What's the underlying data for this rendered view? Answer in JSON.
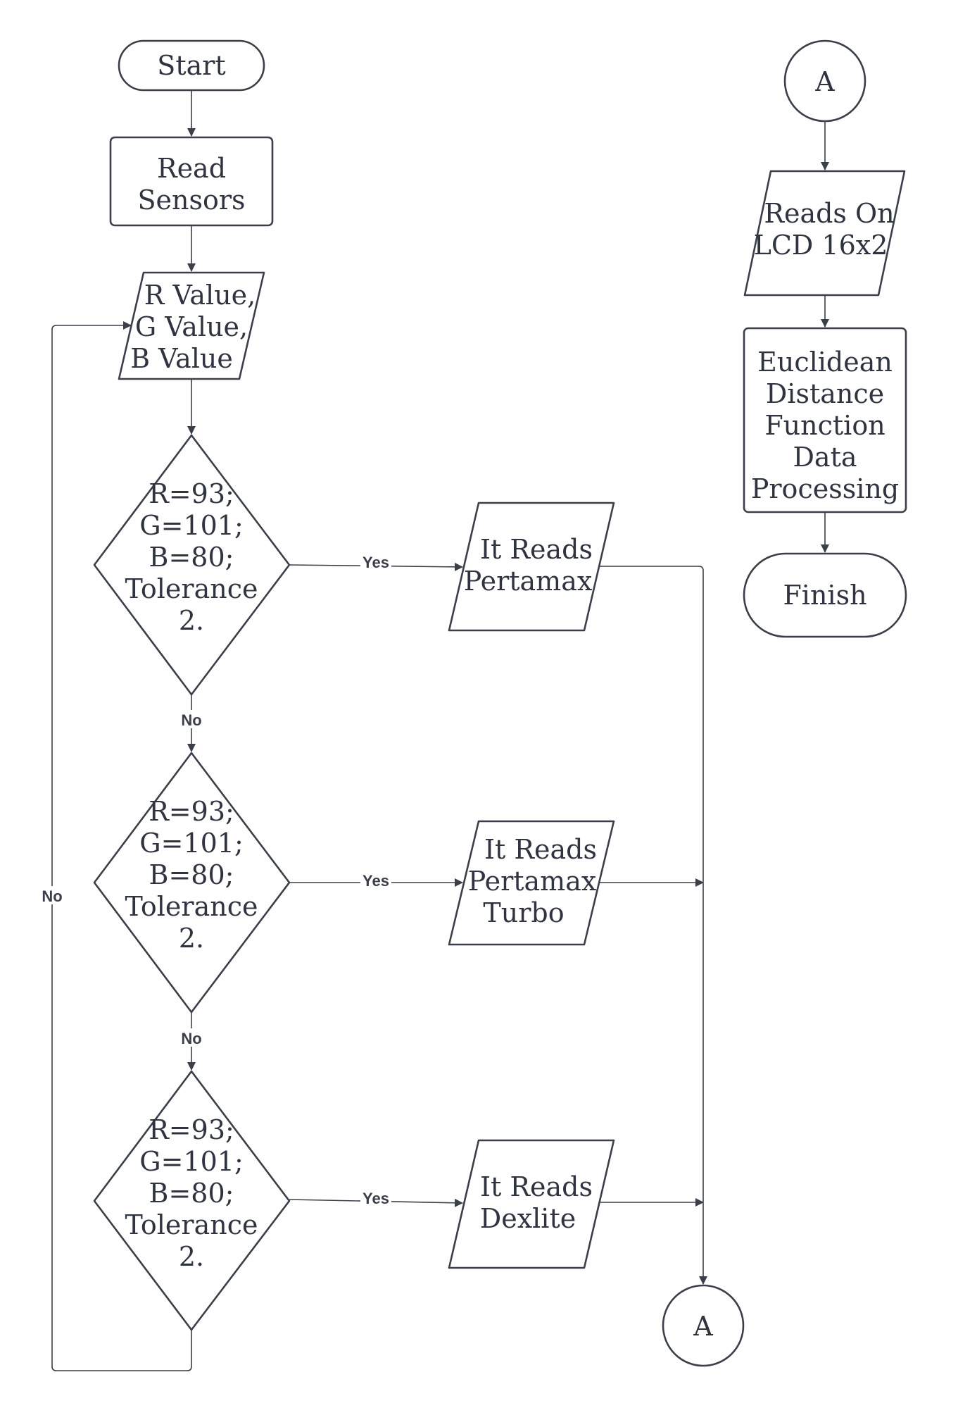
{
  "colors": {
    "stroke": "#3a3f4a",
    "text": "#2f3440",
    "background": "#ffffff"
  },
  "nodes": {
    "start": "Start",
    "read_sensors": [
      "Read",
      "Sensors"
    ],
    "rgb_values": [
      "R Value,",
      "G Value,",
      "B Value"
    ],
    "decision_1": [
      "R=93;",
      "G=101;",
      "B=80;",
      "Tolerance",
      "2."
    ],
    "decision_2": [
      "R=93;",
      "G=101;",
      "B=80;",
      "Tolerance",
      "2."
    ],
    "decision_3": [
      "R=93;",
      "G=101;",
      "B=80;",
      "Tolerance",
      "2."
    ],
    "output_1": [
      "It Reads",
      "Pertamax"
    ],
    "output_2": [
      "It Reads",
      "Pertamax",
      "Turbo"
    ],
    "output_3": [
      "It Reads",
      "Dexlite"
    ],
    "connector_bottom": "A",
    "connector_top": "A",
    "lcd": [
      "Reads On",
      "LCD 16x2"
    ],
    "processing": [
      "Euclidean",
      "Distance",
      "Function",
      "Data",
      "Processing"
    ],
    "finish": "Finish"
  },
  "edge_labels": {
    "yes": "Yes",
    "no": "No"
  }
}
